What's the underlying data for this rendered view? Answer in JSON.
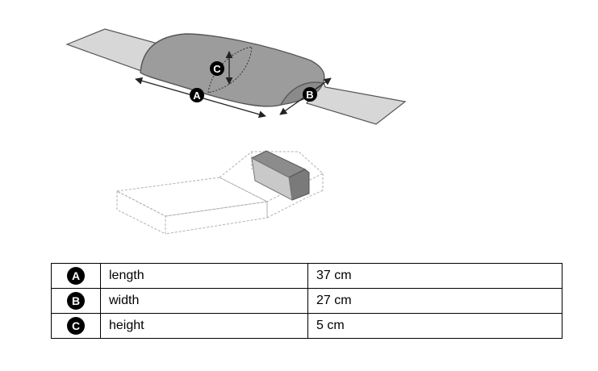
{
  "dimensions": [
    {
      "letter": "A",
      "name": "length",
      "value": "37 cm"
    },
    {
      "letter": "B",
      "name": "width",
      "value": "27 cm"
    },
    {
      "letter": "C",
      "name": "height",
      "value": "5 cm"
    }
  ],
  "colors": {
    "cushion_fill": "#9c9c9c",
    "strap_fill": "#d7d7d7",
    "outline": "#555555",
    "badge": "#000000",
    "ghost_outline": "#b0b0b0"
  }
}
